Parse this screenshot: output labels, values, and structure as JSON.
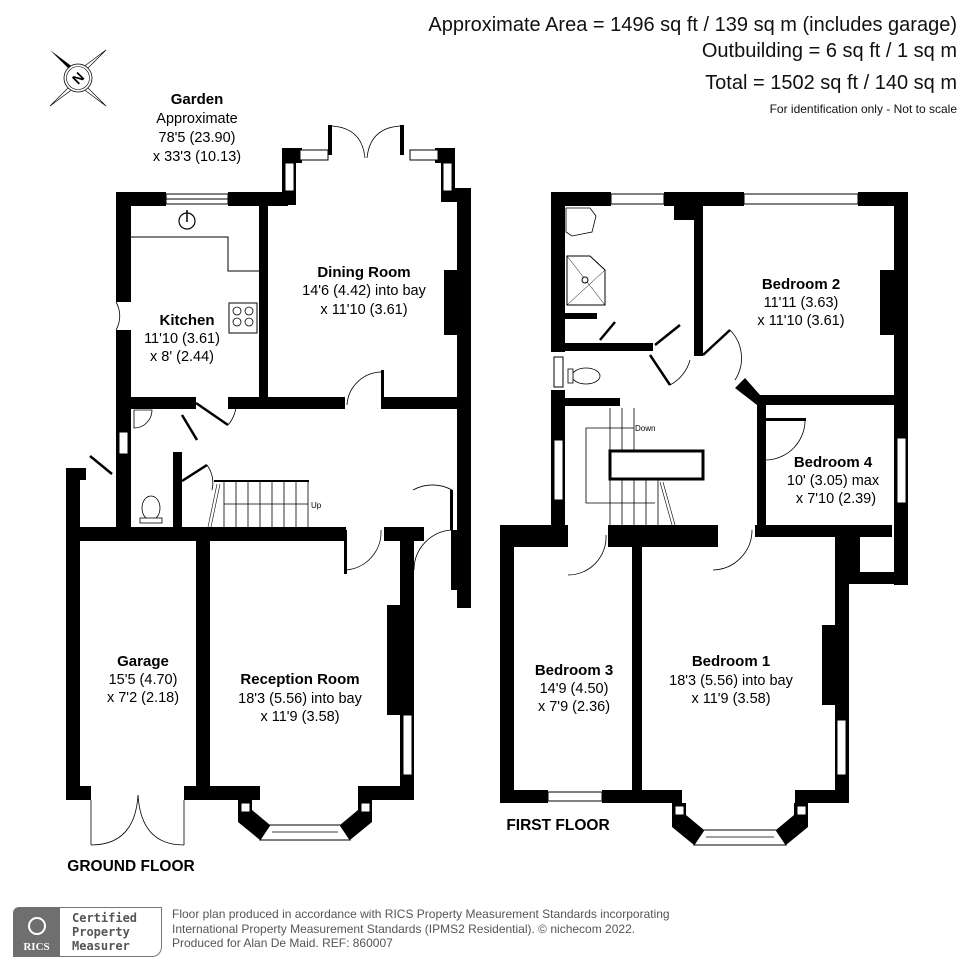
{
  "area_summary": {
    "approximate_area": "Approximate Area = 1496 sq ft / 139 sq m (includes garage)",
    "outbuilding": "Outbuilding = 6 sq ft / 1 sq m",
    "total": "Total = 1502 sq ft / 140 sq m",
    "note": "For identification only - Not to scale"
  },
  "compass": {
    "label": "N",
    "icon": "compass-rose-icon"
  },
  "garden": {
    "name": "Garden",
    "line1": "Approximate",
    "line2": "78'5 (23.90)",
    "line3": "x 33'3 (10.13)"
  },
  "ground_floor": {
    "label": "GROUND FLOOR",
    "stairs_label": "Up",
    "rooms": [
      {
        "name": "Kitchen",
        "dim1": "11'10 (3.61)",
        "dim2": "x 8' (2.44)"
      },
      {
        "name": "Dining Room",
        "dim1": "14'6 (4.42) into bay",
        "dim2": "x 11'10 (3.61)"
      },
      {
        "name": "Garage",
        "dim1": "15'5 (4.70)",
        "dim2": "x 7'2 (2.18)"
      },
      {
        "name": "Reception Room",
        "dim1": "18'3 (5.56) into bay",
        "dim2": "x 11'9 (3.58)"
      }
    ]
  },
  "first_floor": {
    "label": "FIRST FLOOR",
    "stairs_label": "Down",
    "rooms": [
      {
        "name": "Bedroom 2",
        "dim1": "11'11 (3.63)",
        "dim2": "x 11'10 (3.61)"
      },
      {
        "name": "Bedroom 4",
        "dim1": "10' (3.05) max",
        "dim2": "x 7'10 (2.39)"
      },
      {
        "name": "Bedroom 3",
        "dim1": "14'9 (4.50)",
        "dim2": "x 7'9 (2.36)"
      },
      {
        "name": "Bedroom 1",
        "dim1": "18'3 (5.56) into bay",
        "dim2": "x 11'9 (3.58)"
      }
    ]
  },
  "footer": {
    "rics_logo_text": "RICS",
    "cert_line1": "Certified",
    "cert_line2": "Property",
    "cert_line3": "Measurer",
    "text_line1": "Floor plan produced in accordance with RICS Property Measurement Standards incorporating",
    "text_line2": "International Property Measurement Standards (IPMS2 Residential).   © nichecom 2022.",
    "text_line3": "Produced for Alan De Maid.   REF: 860007"
  },
  "colors": {
    "wall": "#000000",
    "background": "#ffffff",
    "logo_gray": "#6f6f6f",
    "footer_text": "#555555"
  }
}
